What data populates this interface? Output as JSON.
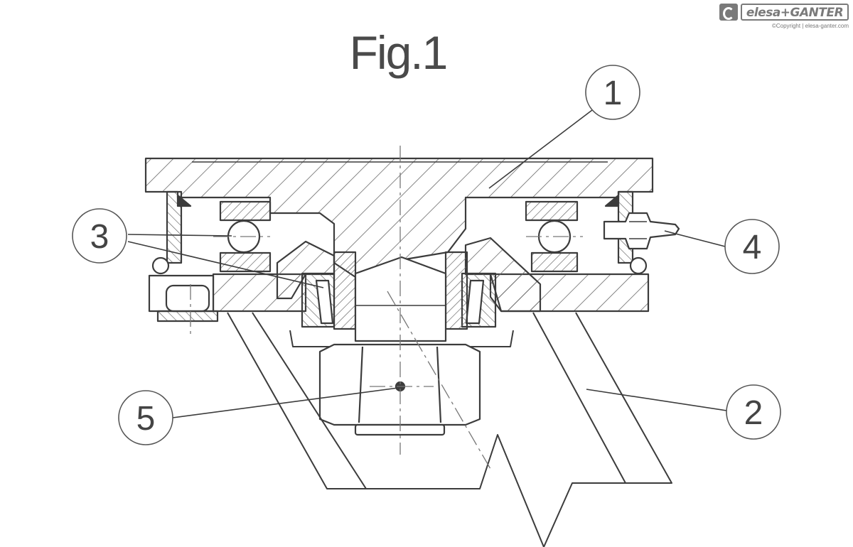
{
  "brand": {
    "name": "elesa+GANTER",
    "copyright": "©Copyright | elesa-ganter.com"
  },
  "figure": {
    "title": "Fig.1"
  },
  "callouts": [
    "1",
    "2",
    "3",
    "4",
    "5"
  ],
  "colors": {
    "line": "#3c3c3c",
    "hatch": "#6a6a6a",
    "text": "#444444"
  }
}
